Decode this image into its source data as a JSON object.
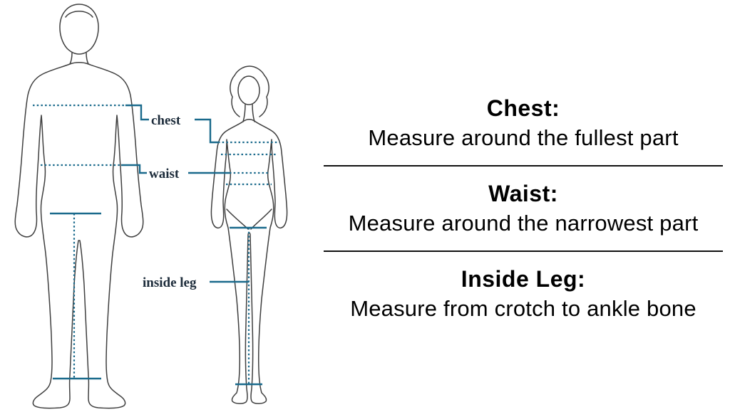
{
  "diagram": {
    "figure_labels": {
      "chest": "chest",
      "waist": "waist",
      "inside_leg": "inside leg"
    },
    "figures": [
      "male-silhouette",
      "female-silhouette"
    ],
    "colors": {
      "measurement_line": "#1a6a8c",
      "figure_outline": "#3f3f3f",
      "label_text": "#1c2b3a",
      "instruction_text": "#000000"
    }
  },
  "instructions": [
    {
      "title": "Chest:",
      "description": "Measure around the fullest part"
    },
    {
      "title": "Waist:",
      "description": "Measure around the narrowest part"
    },
    {
      "title": "Inside Leg:",
      "description": "Measure from crotch to ankle bone"
    }
  ]
}
